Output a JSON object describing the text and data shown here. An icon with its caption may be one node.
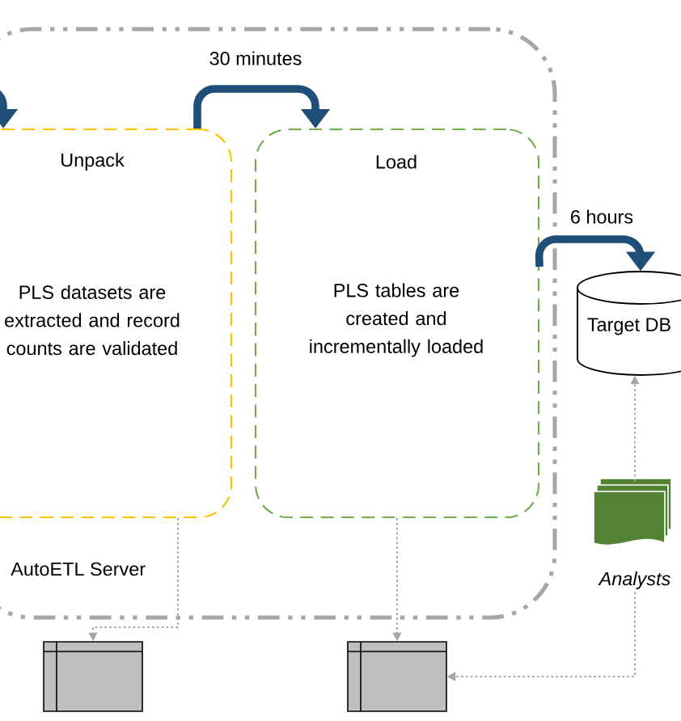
{
  "diagram": {
    "nodes": [
      {
        "text": [
          "AutoETL Server"
        ]
      },
      {
        "text": [
          "Unpack",
          "PLS datasets are extracted and record counts are validated"
        ],
        "in": 0
      },
      {
        "text": [
          "Load",
          "PLS tables are created and incrementally loaded"
        ],
        "in": 0
      },
      {
        "text": [
          "Target DB"
        ]
      },
      {
        "text": [],
        "shape": "document",
        "beside": [
          "Analysts"
        ]
      },
      {
        "text": [],
        "shape": "table"
      },
      {
        "text": [],
        "shape": "table"
      }
    ],
    "edges": [
      {
        "from": null,
        "to": 1,
        "arrow": "to",
        "style": "thick",
        "color": "#1f4e79"
      },
      {
        "from": 1,
        "to": 2,
        "arrow": "to",
        "label": "30 minutes",
        "style": "thick",
        "color": "#1f4e79"
      },
      {
        "from": 2,
        "to": 3,
        "arrow": "to",
        "label": "6 hours",
        "style": "thick",
        "color": "#1f4e79"
      },
      {
        "from": 1,
        "to": 5,
        "arrow": "to",
        "style": "dashed"
      },
      {
        "from": 2,
        "to": 6,
        "arrow": "to",
        "style": "dashed"
      },
      {
        "from": 4,
        "to": 3,
        "arrow": "to",
        "style": "dashed"
      },
      {
        "from": 4,
        "to": 6,
        "arrow": "to",
        "style": "dashed"
      }
    ]
  }
}
